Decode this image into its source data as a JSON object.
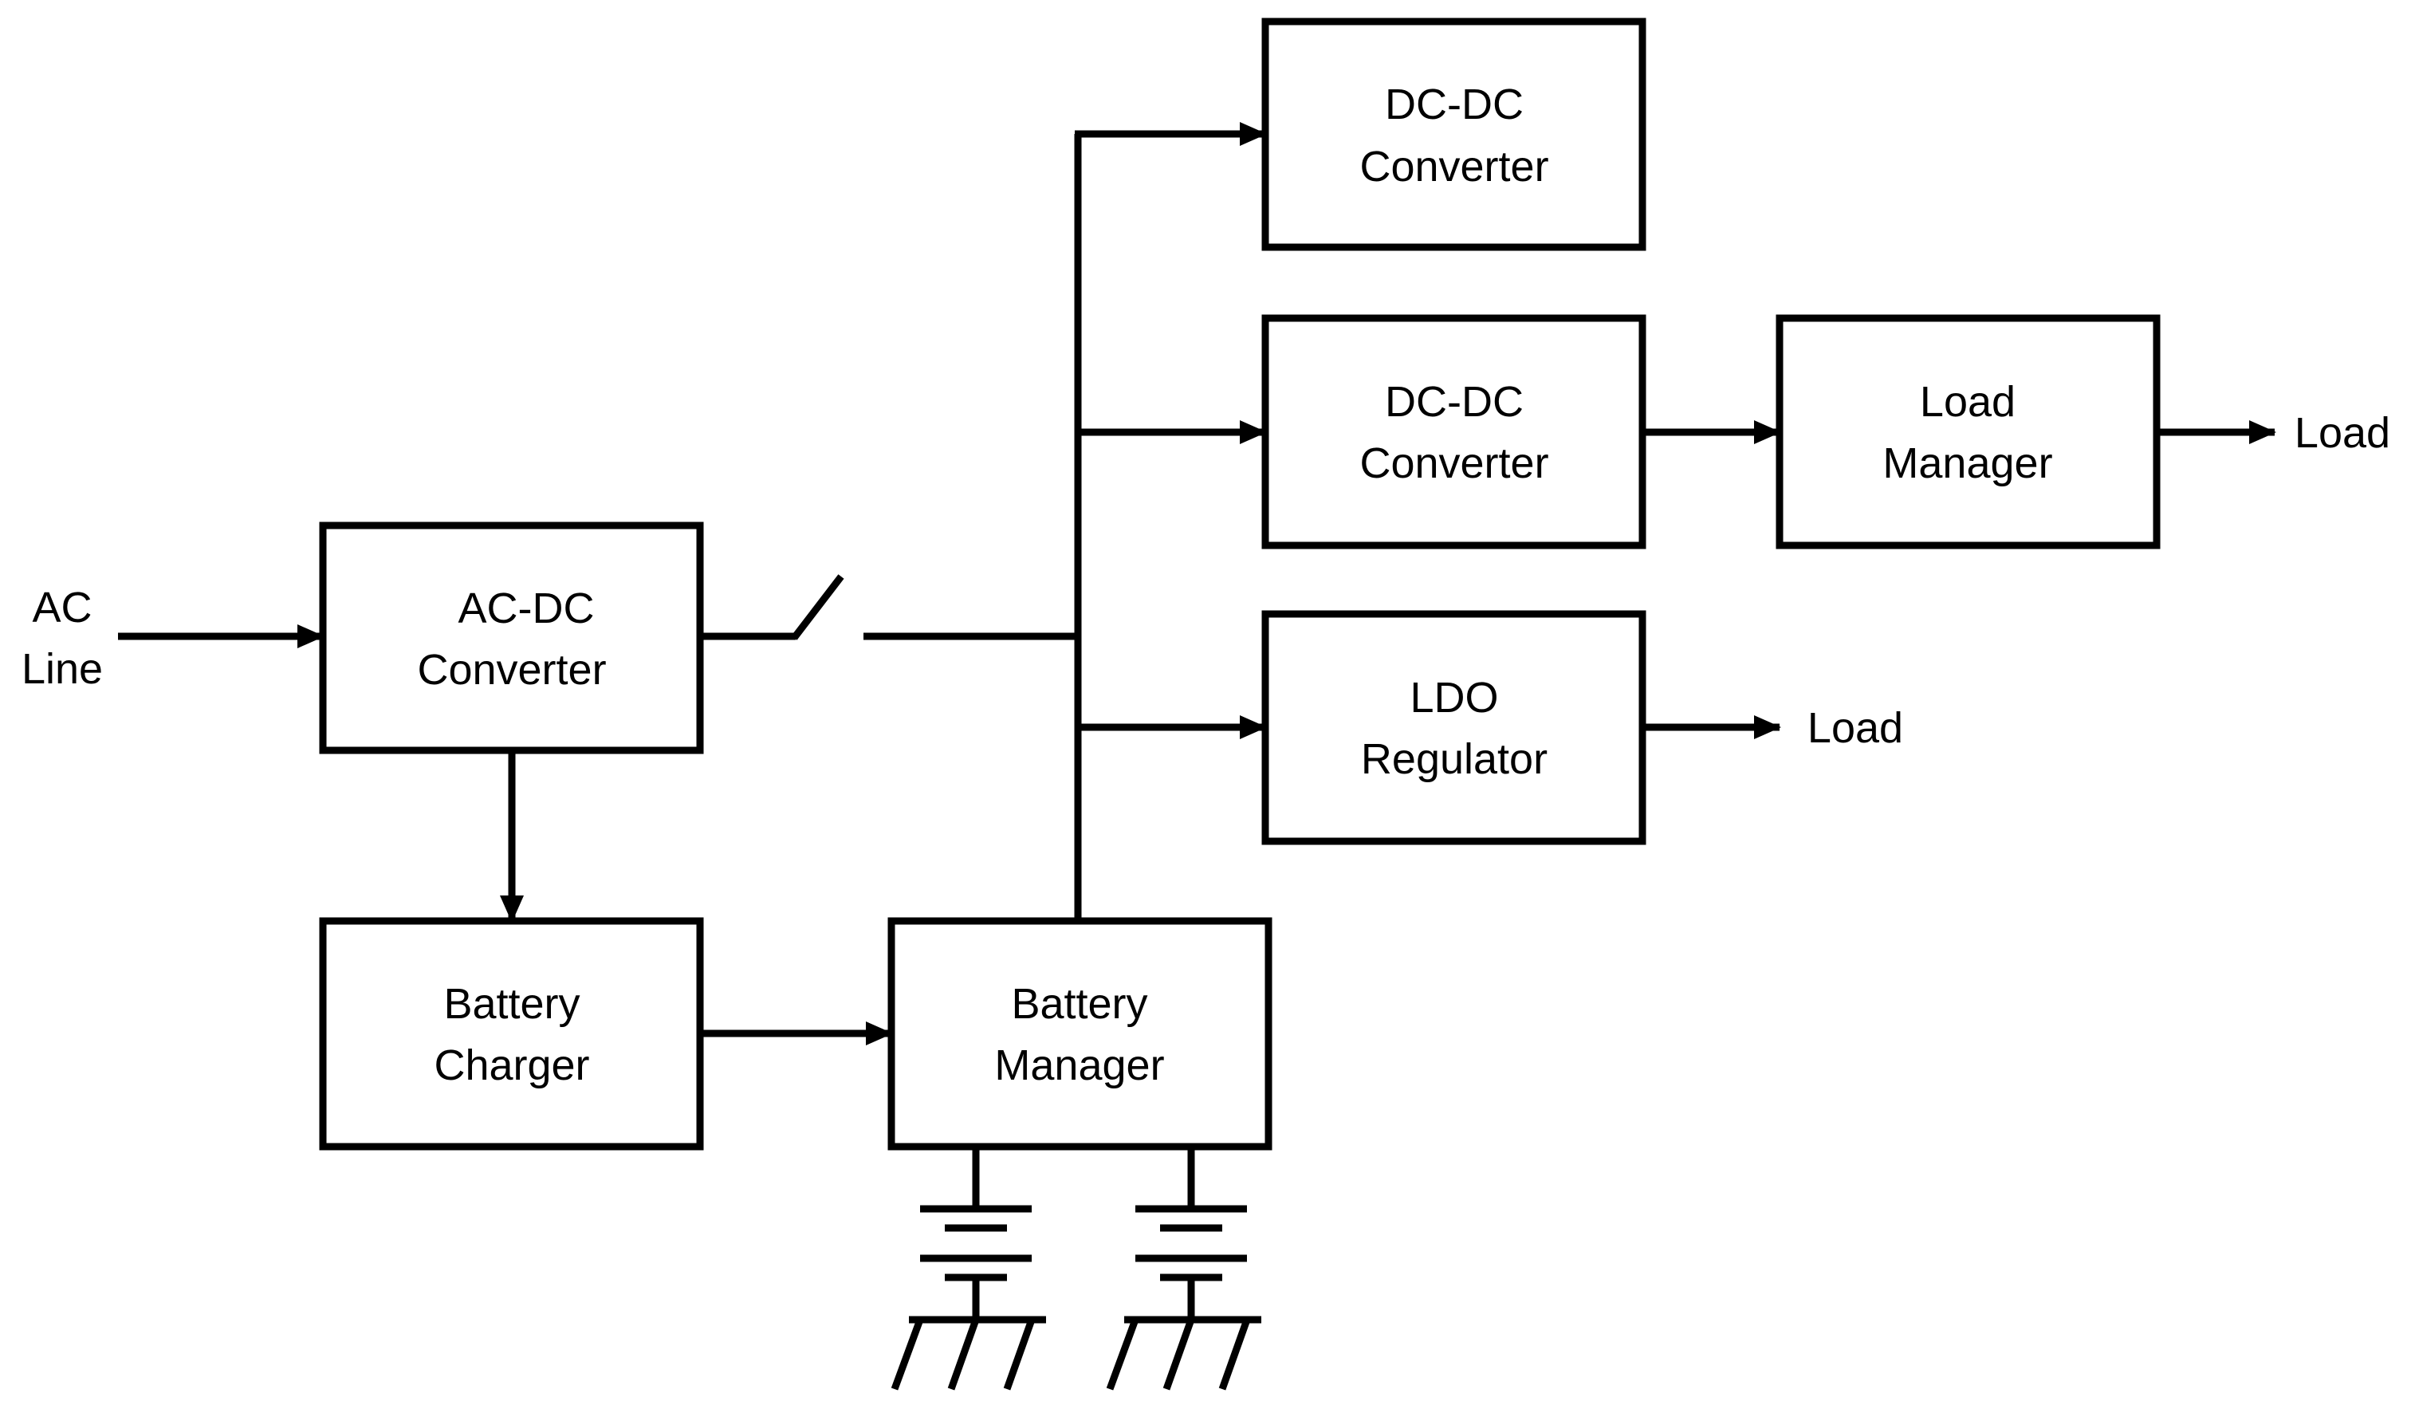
{
  "input": {
    "line1": "AC",
    "line2": "Line"
  },
  "blocks": {
    "ac_dc": {
      "line1": "AC-DC",
      "line2": "Converter"
    },
    "battery_charger": {
      "line1": "Battery",
      "line2": "Charger"
    },
    "battery_manager": {
      "line1": "Battery",
      "line2": "Manager"
    },
    "dcdc_top": {
      "line1": "DC-DC",
      "line2": "Converter"
    },
    "dcdc_mid": {
      "line1": "DC-DC",
      "line2": "Converter"
    },
    "load_manager": {
      "line1": "Load",
      "line2": "Manager"
    },
    "ldo": {
      "line1": "LDO",
      "line2": "Regulator"
    }
  },
  "outputs": {
    "load_manager_output": "Load",
    "ldo_output": "Load"
  },
  "batteries": {
    "count": 2
  },
  "colors": {
    "stroke": "#000000",
    "background": "#ffffff"
  }
}
